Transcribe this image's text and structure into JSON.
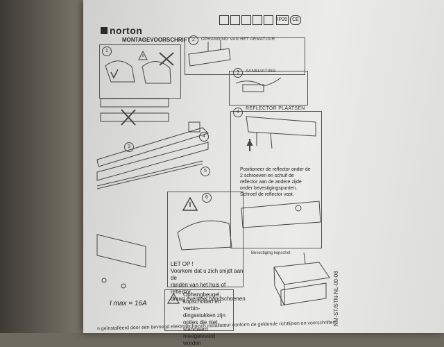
{
  "brand": "norton",
  "title": "MONTAGEVOORSCHRIFT",
  "certifications": [
    "IP20",
    "CE"
  ],
  "steps": {
    "one": "1",
    "two": {
      "num": "2",
      "title": "OPHANGING VAN HET ARMATUUR"
    },
    "three": {
      "num": "3",
      "title": "AANSLUITING"
    },
    "four": {
      "num": "4",
      "title": "REFLECTOR PLAATSEN"
    },
    "six": "6"
  },
  "part_numbers": [
    "3",
    "4",
    "5"
  ],
  "reflector_text": [
    "Positioneer de reflector onder de",
    "2 schroeven en schuif de",
    "reflector aan de andere zijde",
    "onder bevestigingspunten.",
    "Schroef de reflector vast."
  ],
  "warning_title": "LET OP !",
  "warning_text": [
    "Voorkom dat u zich snijdt aan de",
    "randen van het huis of reflector,",
    "draag eventeel handschoenen"
  ],
  "imax": "I max = 16A",
  "accessories_note": [
    "Ophangbeugel,",
    "kopschotten en verbin-",
    "dingsstukken zijn opties die niet",
    "standaard meegeleverd worden"
  ],
  "end_cap_label": "Bevestiging kopschot",
  "side_code": "NM-ST/STN-NL-00-08",
  "footer": "n geïnstalleerd door een bevoegd elektrotechnisch installateur conform de geldende richtlijnen en voorschriften."
}
